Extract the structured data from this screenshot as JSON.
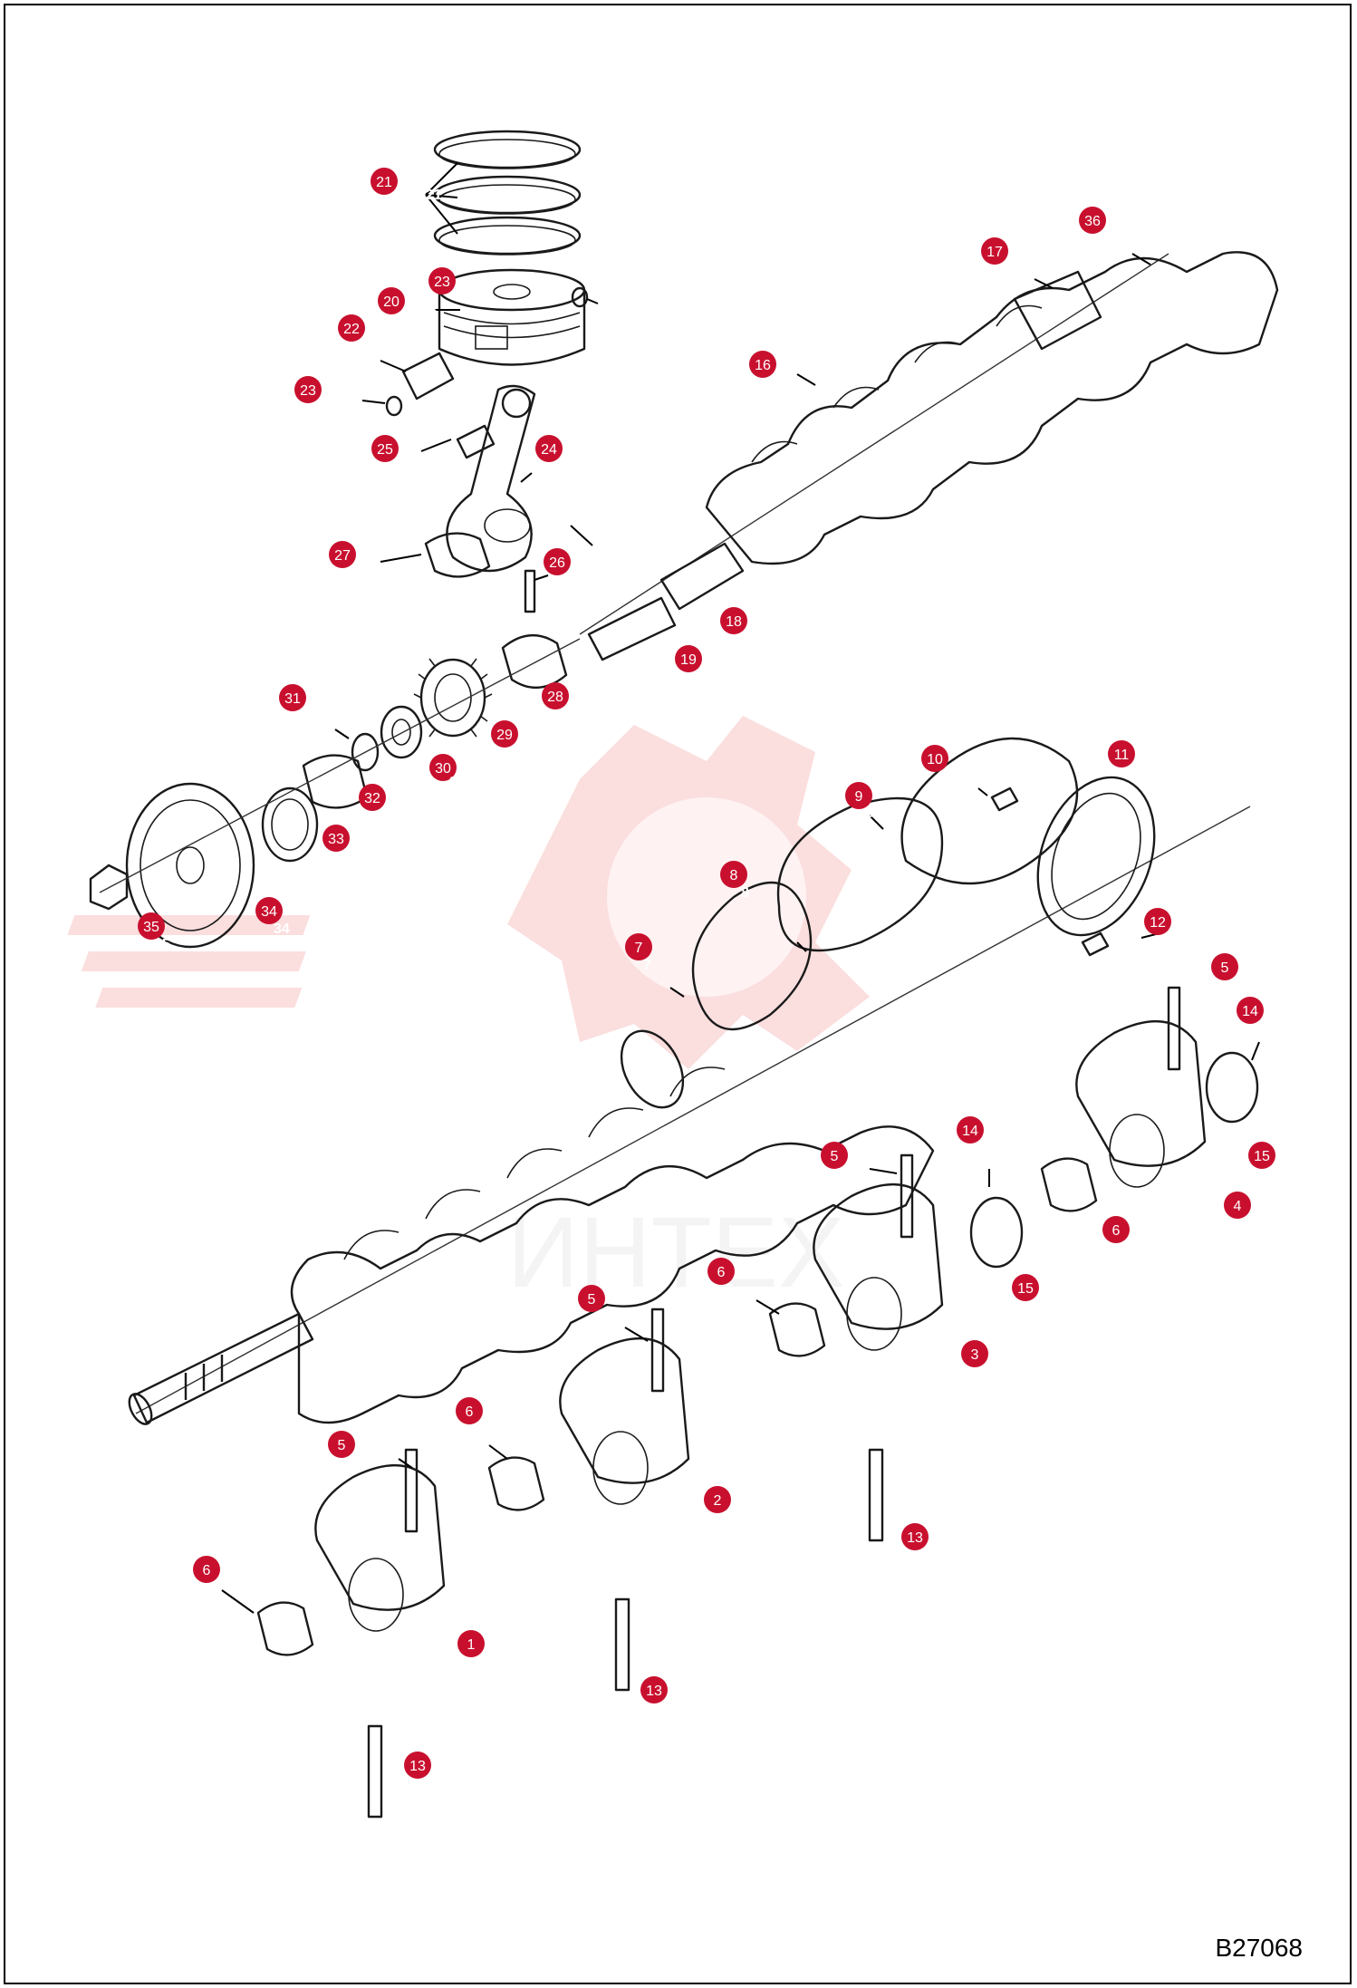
{
  "figure_id": "B27068",
  "watermark_text": "ИНТЕХ",
  "colors": {
    "badge": "#c8102e",
    "watermark": "#f28b8b",
    "line": "#1a1a1a"
  },
  "callouts": [
    {
      "part": "21",
      "label": "21"
    },
    {
      "part": "20",
      "label": "20"
    },
    {
      "part": "22",
      "label": "22"
    },
    {
      "part": "23",
      "label": "23"
    },
    {
      "part": "23",
      "label": "23"
    },
    {
      "part": "25",
      "label": "25"
    },
    {
      "part": "24",
      "label": "24"
    },
    {
      "part": "27",
      "label": "27"
    },
    {
      "part": "26",
      "label": "26"
    },
    {
      "part": "36",
      "label": "36"
    },
    {
      "part": "17",
      "label": "17"
    },
    {
      "part": "16",
      "label": "16"
    },
    {
      "part": "18",
      "label": "18"
    },
    {
      "part": "19",
      "label": "19"
    },
    {
      "part": "28",
      "label": "28"
    },
    {
      "part": "31",
      "label": "31"
    },
    {
      "part": "29",
      "label": "29"
    },
    {
      "part": "30",
      "label": "30"
    },
    {
      "part": "32",
      "label": "32"
    },
    {
      "part": "33",
      "label": "33"
    },
    {
      "part": "34",
      "label": "34"
    },
    {
      "part": "35",
      "label": "35"
    },
    {
      "part": "10",
      "label": "10"
    },
    {
      "part": "11",
      "label": "11"
    },
    {
      "part": "9",
      "label": "9"
    },
    {
      "part": "8",
      "label": "8"
    },
    {
      "part": "12",
      "label": "12"
    },
    {
      "part": "7",
      "label": "7"
    },
    {
      "part": "5",
      "label": "5"
    },
    {
      "part": "14",
      "label": "14"
    },
    {
      "part": "15",
      "label": "15"
    },
    {
      "part": "4",
      "label": "4"
    },
    {
      "part": "5",
      "label": "5"
    },
    {
      "part": "14",
      "label": "14"
    },
    {
      "part": "6",
      "label": "6"
    },
    {
      "part": "15",
      "label": "15"
    },
    {
      "part": "6",
      "label": "6"
    },
    {
      "part": "3",
      "label": "3"
    },
    {
      "part": "5",
      "label": "5"
    },
    {
      "part": "13",
      "label": "13"
    },
    {
      "part": "6",
      "label": "6"
    },
    {
      "part": "5",
      "label": "5"
    },
    {
      "part": "2",
      "label": "2"
    },
    {
      "part": "6",
      "label": "6"
    },
    {
      "part": "1",
      "label": "1"
    },
    {
      "part": "13",
      "label": "13"
    },
    {
      "part": "13",
      "label": "13"
    }
  ]
}
